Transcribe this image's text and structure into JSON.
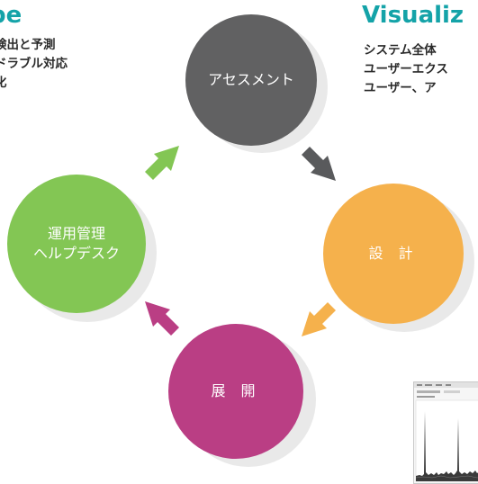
{
  "left_panel": {
    "heading": "be",
    "lines": [
      "検出と予測",
      "ドラブル対応",
      "化"
    ]
  },
  "right_panel": {
    "heading": "Visualiz",
    "lines": [
      "システム全体",
      "ユーザーエクス",
      "ユーザー、ア"
    ]
  },
  "cycle": {
    "assessment": {
      "line1": "アセスメント",
      "color": "#616162"
    },
    "design": {
      "line1": "設 計",
      "color": "#f5b14c"
    },
    "deploy": {
      "line1": "展 開",
      "color": "#ba3e84"
    },
    "operations": {
      "line1": "運用管理",
      "line2": "ヘルプデスク",
      "color": "#83c654"
    }
  },
  "arrows": {
    "to_design": {
      "color": "#595a5c"
    },
    "to_deploy": {
      "color": "#f5b14c"
    },
    "to_operations": {
      "color": "#ba3e84"
    },
    "to_assessment": {
      "color": "#83c654"
    }
  },
  "accent_color": "#14a3a8"
}
